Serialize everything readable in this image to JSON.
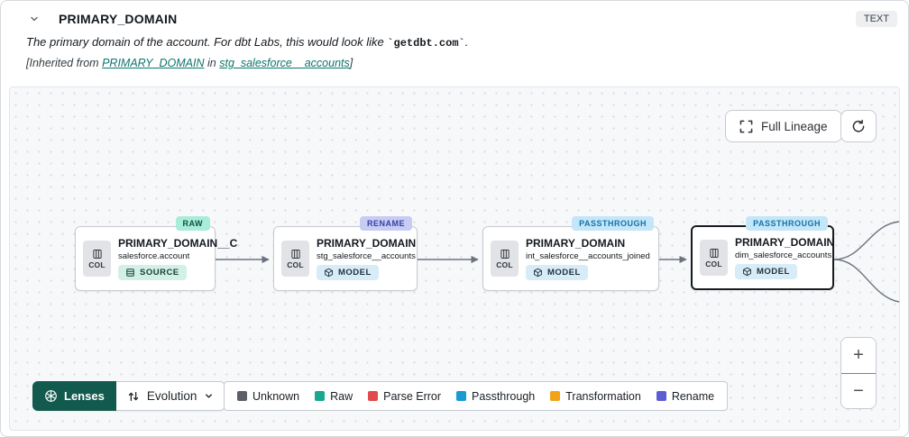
{
  "header": {
    "title": "PRIMARY_DOMAIN",
    "type_badge": "TEXT",
    "description": {
      "prefix": "The primary domain of the account. For dbt Labs, this would look like ",
      "code": "`getdbt.com`",
      "suffix": "."
    },
    "inherited": {
      "prefix": "[Inherited from ",
      "link_column": "PRIMARY_DOMAIN",
      "middle": " in ",
      "link_model": "stg_salesforce__accounts",
      "suffix": "]"
    }
  },
  "canvas_toolbar": {
    "full_lineage_label": "Full Lineage",
    "zoom_in_label": "+",
    "zoom_out_label": "−"
  },
  "nodes": [
    {
      "badge": "RAW",
      "title": "PRIMARY_DOMAIN__C",
      "subtitle": "salesforce.account",
      "resource": "SOURCE",
      "col_label": "COL",
      "selected": false
    },
    {
      "badge": "RENAME",
      "title": "PRIMARY_DOMAIN",
      "subtitle": "stg_salesforce__accounts",
      "resource": "MODEL",
      "col_label": "COL",
      "selected": false
    },
    {
      "badge": "PASSTHROUGH",
      "title": "PRIMARY_DOMAIN",
      "subtitle": "int_salesforce__accounts_joined",
      "resource": "MODEL",
      "col_label": "COL",
      "selected": false
    },
    {
      "badge": "PASSTHROUGH",
      "title": "PRIMARY_DOMAIN",
      "subtitle": "dim_salesforce_accounts",
      "resource": "MODEL",
      "col_label": "COL",
      "selected": true
    }
  ],
  "lenses_bar": {
    "lenses_label": "Lenses",
    "lens_selected": "Evolution"
  },
  "legend": {
    "items": [
      {
        "label": "Unknown",
        "color": "#5c6066"
      },
      {
        "label": "Raw",
        "color": "#17a98e"
      },
      {
        "label": "Parse Error",
        "color": "#e14b4a"
      },
      {
        "label": "Passthrough",
        "color": "#189bd5"
      },
      {
        "label": "Transformation",
        "color": "#f1a216"
      },
      {
        "label": "Rename",
        "color": "#5a5ed2"
      }
    ]
  },
  "colors": {
    "lenses_button": "#135a4e",
    "link": "#0e756b",
    "edge": "#6b7280",
    "badge_raw_bg": "#a9ecd8",
    "badge_rename_bg": "#c7ccf4",
    "badge_passthrough_bg": "#c3e6f8"
  }
}
